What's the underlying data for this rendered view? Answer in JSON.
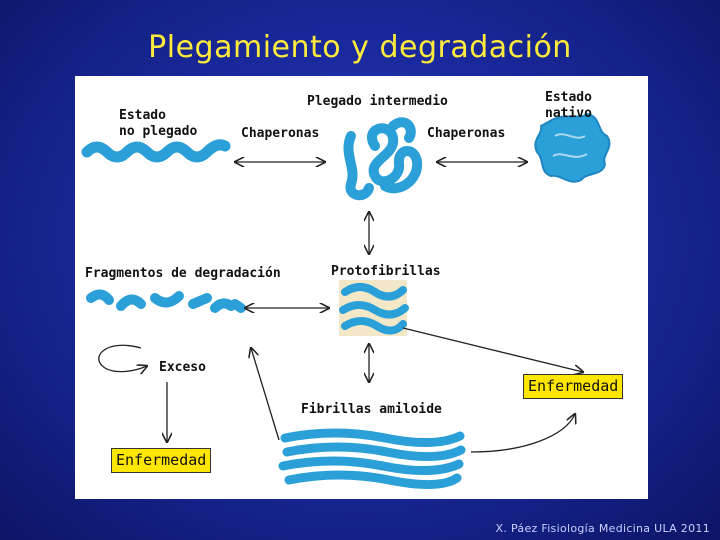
{
  "slide": {
    "title": "Plegamiento y degradación",
    "footer": "X. Páez Fisiología Medicina ULA 2011"
  },
  "labels": {
    "unfolded_line1": "Estado",
    "unfolded_line2": "no plegado",
    "intermediate": "Plegado intermedio",
    "chaperones_left": "Chaperonas",
    "chaperones_right": "Chaperonas",
    "native_line1": "Estado",
    "native_line2": "nativo",
    "fragments": "Fragmentos de degradación",
    "protofibrils": "Protofibrillas",
    "excess": "Exceso",
    "amyloid_fibrils": "Fibrillas amiloide",
    "disease_right": "Enfermedad",
    "disease_left": "Enfermedad"
  },
  "colors": {
    "protein": "#2a9fd8",
    "protein_dark": "#1f86c2",
    "box": "#ffe600",
    "title": "#ffeb3b"
  }
}
